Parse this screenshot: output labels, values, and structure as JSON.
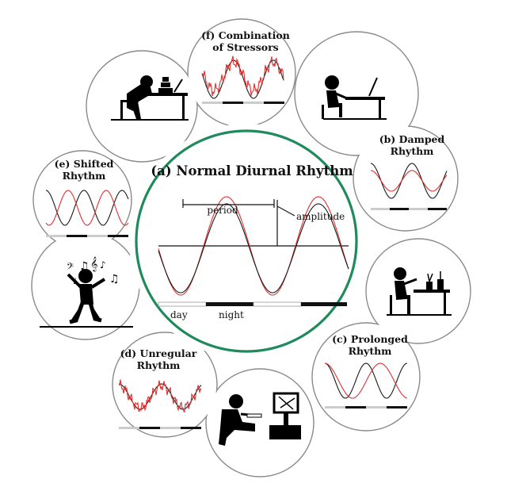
{
  "center": {
    "title": "(a) Normal Diurnal Rhythm",
    "period_label": "period",
    "amplitude_label": "amplitude",
    "day_label": "day",
    "night_label": "night",
    "ring_color": "#1f8a5b"
  },
  "panels": {
    "f": {
      "line1": "(f) Combination",
      "line2": "of Stressors"
    },
    "b": {
      "line1": "(b) Damped",
      "line2": "Rhythm"
    },
    "c": {
      "line1": "(c) Prolonged",
      "line2": "Rhythm"
    },
    "d": {
      "line1": "(d) Unregular",
      "line2": "Rhythm"
    },
    "e": {
      "line1": "(e) Shifted",
      "line2": "Rhythm"
    }
  },
  "colors": {
    "black_curve": "#1a1a1a",
    "red_curve": "#e03030",
    "bubble_outline": "#8a8a8a"
  },
  "icons": {
    "music": [
      "music-note-icon",
      "treble-clef-icon",
      "bass-clef-icon"
    ]
  }
}
